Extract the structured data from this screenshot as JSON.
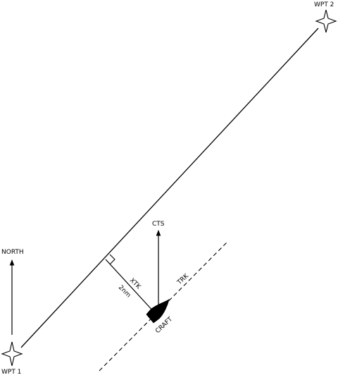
{
  "labels": {
    "wpt1": "WPT 1",
    "wpt2": "WPT 2",
    "north": "NORTH",
    "cts": "CTS",
    "xtk": "XTK",
    "distance": "2nm",
    "trk": "TRK",
    "craft": "CRAFT"
  },
  "icons": {
    "waypoint": "four-point-star-icon",
    "craft": "boat-icon",
    "arrow": "arrowhead-icon"
  },
  "colors": {
    "ink": "#000000",
    "background": "#ffffff"
  }
}
